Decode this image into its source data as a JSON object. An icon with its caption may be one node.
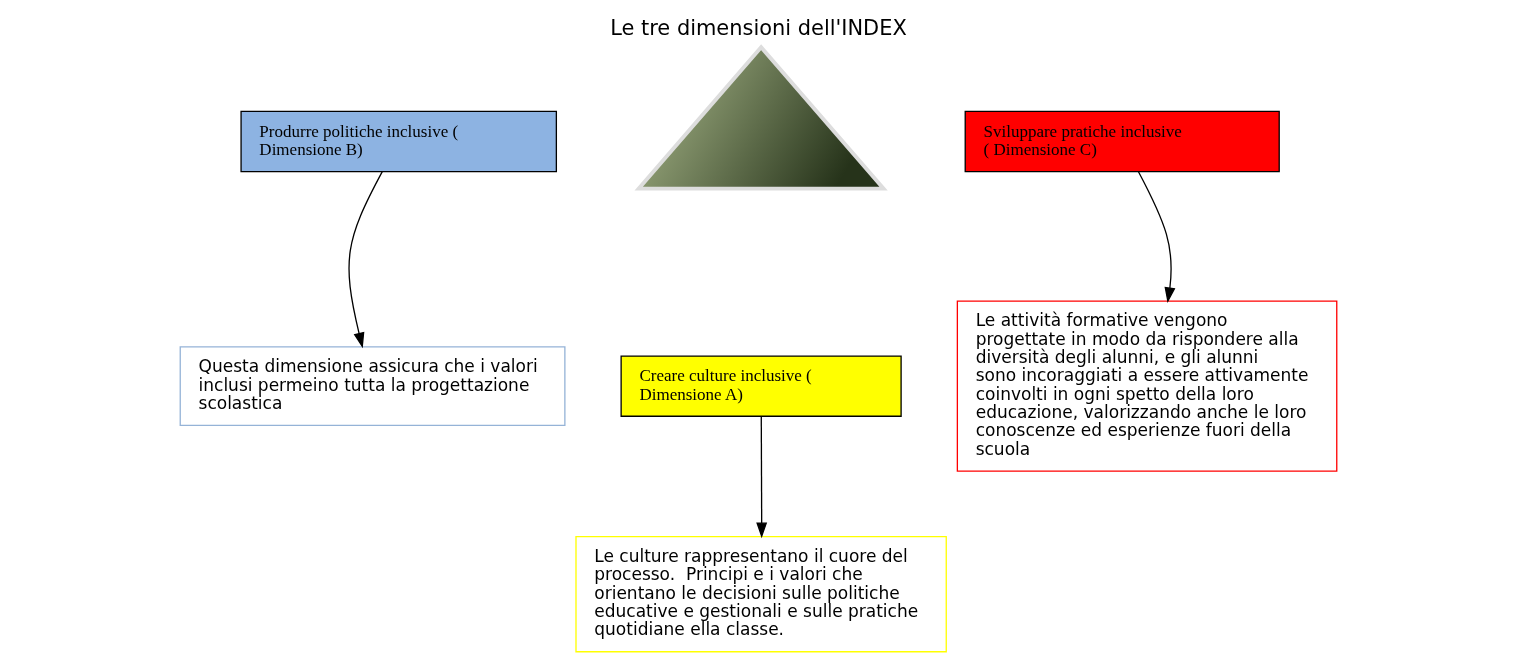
{
  "diagram": {
    "title": "Le tre dimensioni dell'INDEX",
    "nodes": [
      {
        "text": [],
        "shape": "triangle"
      },
      {
        "text": [
          "Produrre politiche inclusive ( Dimensione B)"
        ]
      },
      {
        "text": [
          "Questa dimensione assicura che i valori inclusi permeino tutta la progettazione scolastica"
        ]
      },
      {
        "text": [
          "Sviluppare pratiche inclusive ( Dimensione C)"
        ]
      },
      {
        "text": [
          "Le attività formative vengono progettate in modo da rispondere alla diversità degli alunni, e gli alunni sono incoraggiati a essere attivamente coinvolti in ogni spetto della loro educazione, valorizzando anche le loro conoscenze ed esperienze fuori della scuola"
        ]
      },
      {
        "text": [
          "Creare culture inclusive ( Dimensione A)"
        ]
      },
      {
        "text": [
          "Le culture rappresentano il cuore del processo.  Principi e i valori che orientano le decisioni sulle politiche educative e gestionali e sulle pratiche quotidiane ella classe."
        ]
      }
    ],
    "edges": [
      {
        "from": 1,
        "to": 2,
        "arrow": "to"
      },
      {
        "from": 3,
        "to": 4,
        "arrow": "to"
      },
      {
        "from": 5,
        "to": 6,
        "arrow": "to"
      }
    ]
  }
}
